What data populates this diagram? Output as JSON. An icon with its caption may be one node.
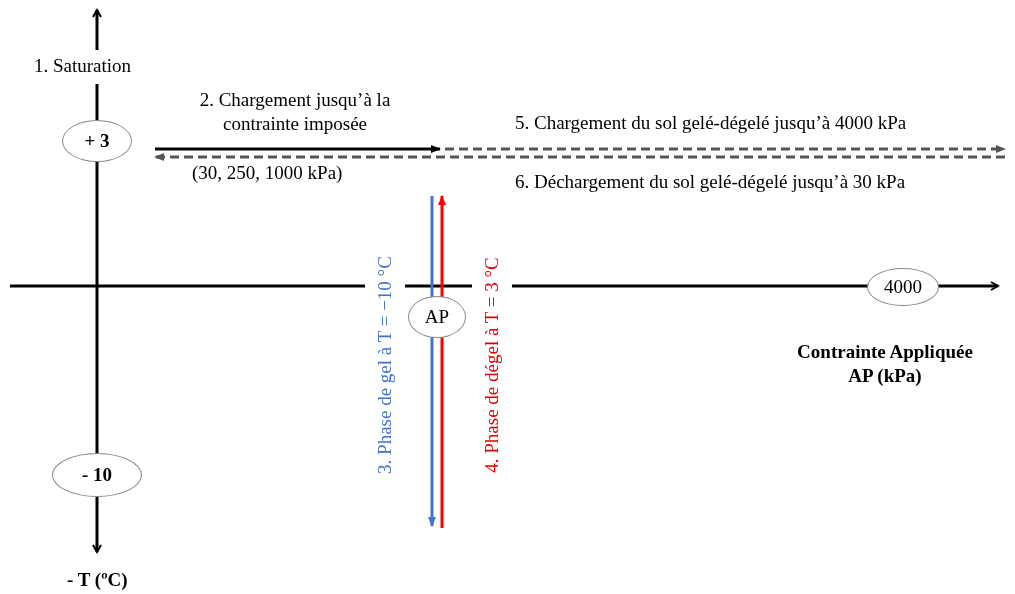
{
  "diagram": {
    "nodes": [
      {
        "text": [
          "+ 3"
        ]
      },
      {
        "text": [
          "- 10"
        ]
      },
      {
        "text": [
          "AP"
        ]
      },
      {
        "text": [
          "4000"
        ]
      }
    ],
    "labels": [
      "1. Saturation",
      "2. Chargement jusqu’à la contrainte imposée",
      "5. Chargement du sol gelé-dégelé jusqu’à 4000 kPa",
      "(30, 250, 1000 kPa)",
      "6. Déchargement du sol gelé-dégelé jusqu’à 30 kPa",
      "3. Phase de gel à T = −10 °C",
      "4. Phase de dégel à T = 3 °C",
      "Contrainte Appliquée AP (kPa)",
      "- T (ºC)"
    ]
  }
}
